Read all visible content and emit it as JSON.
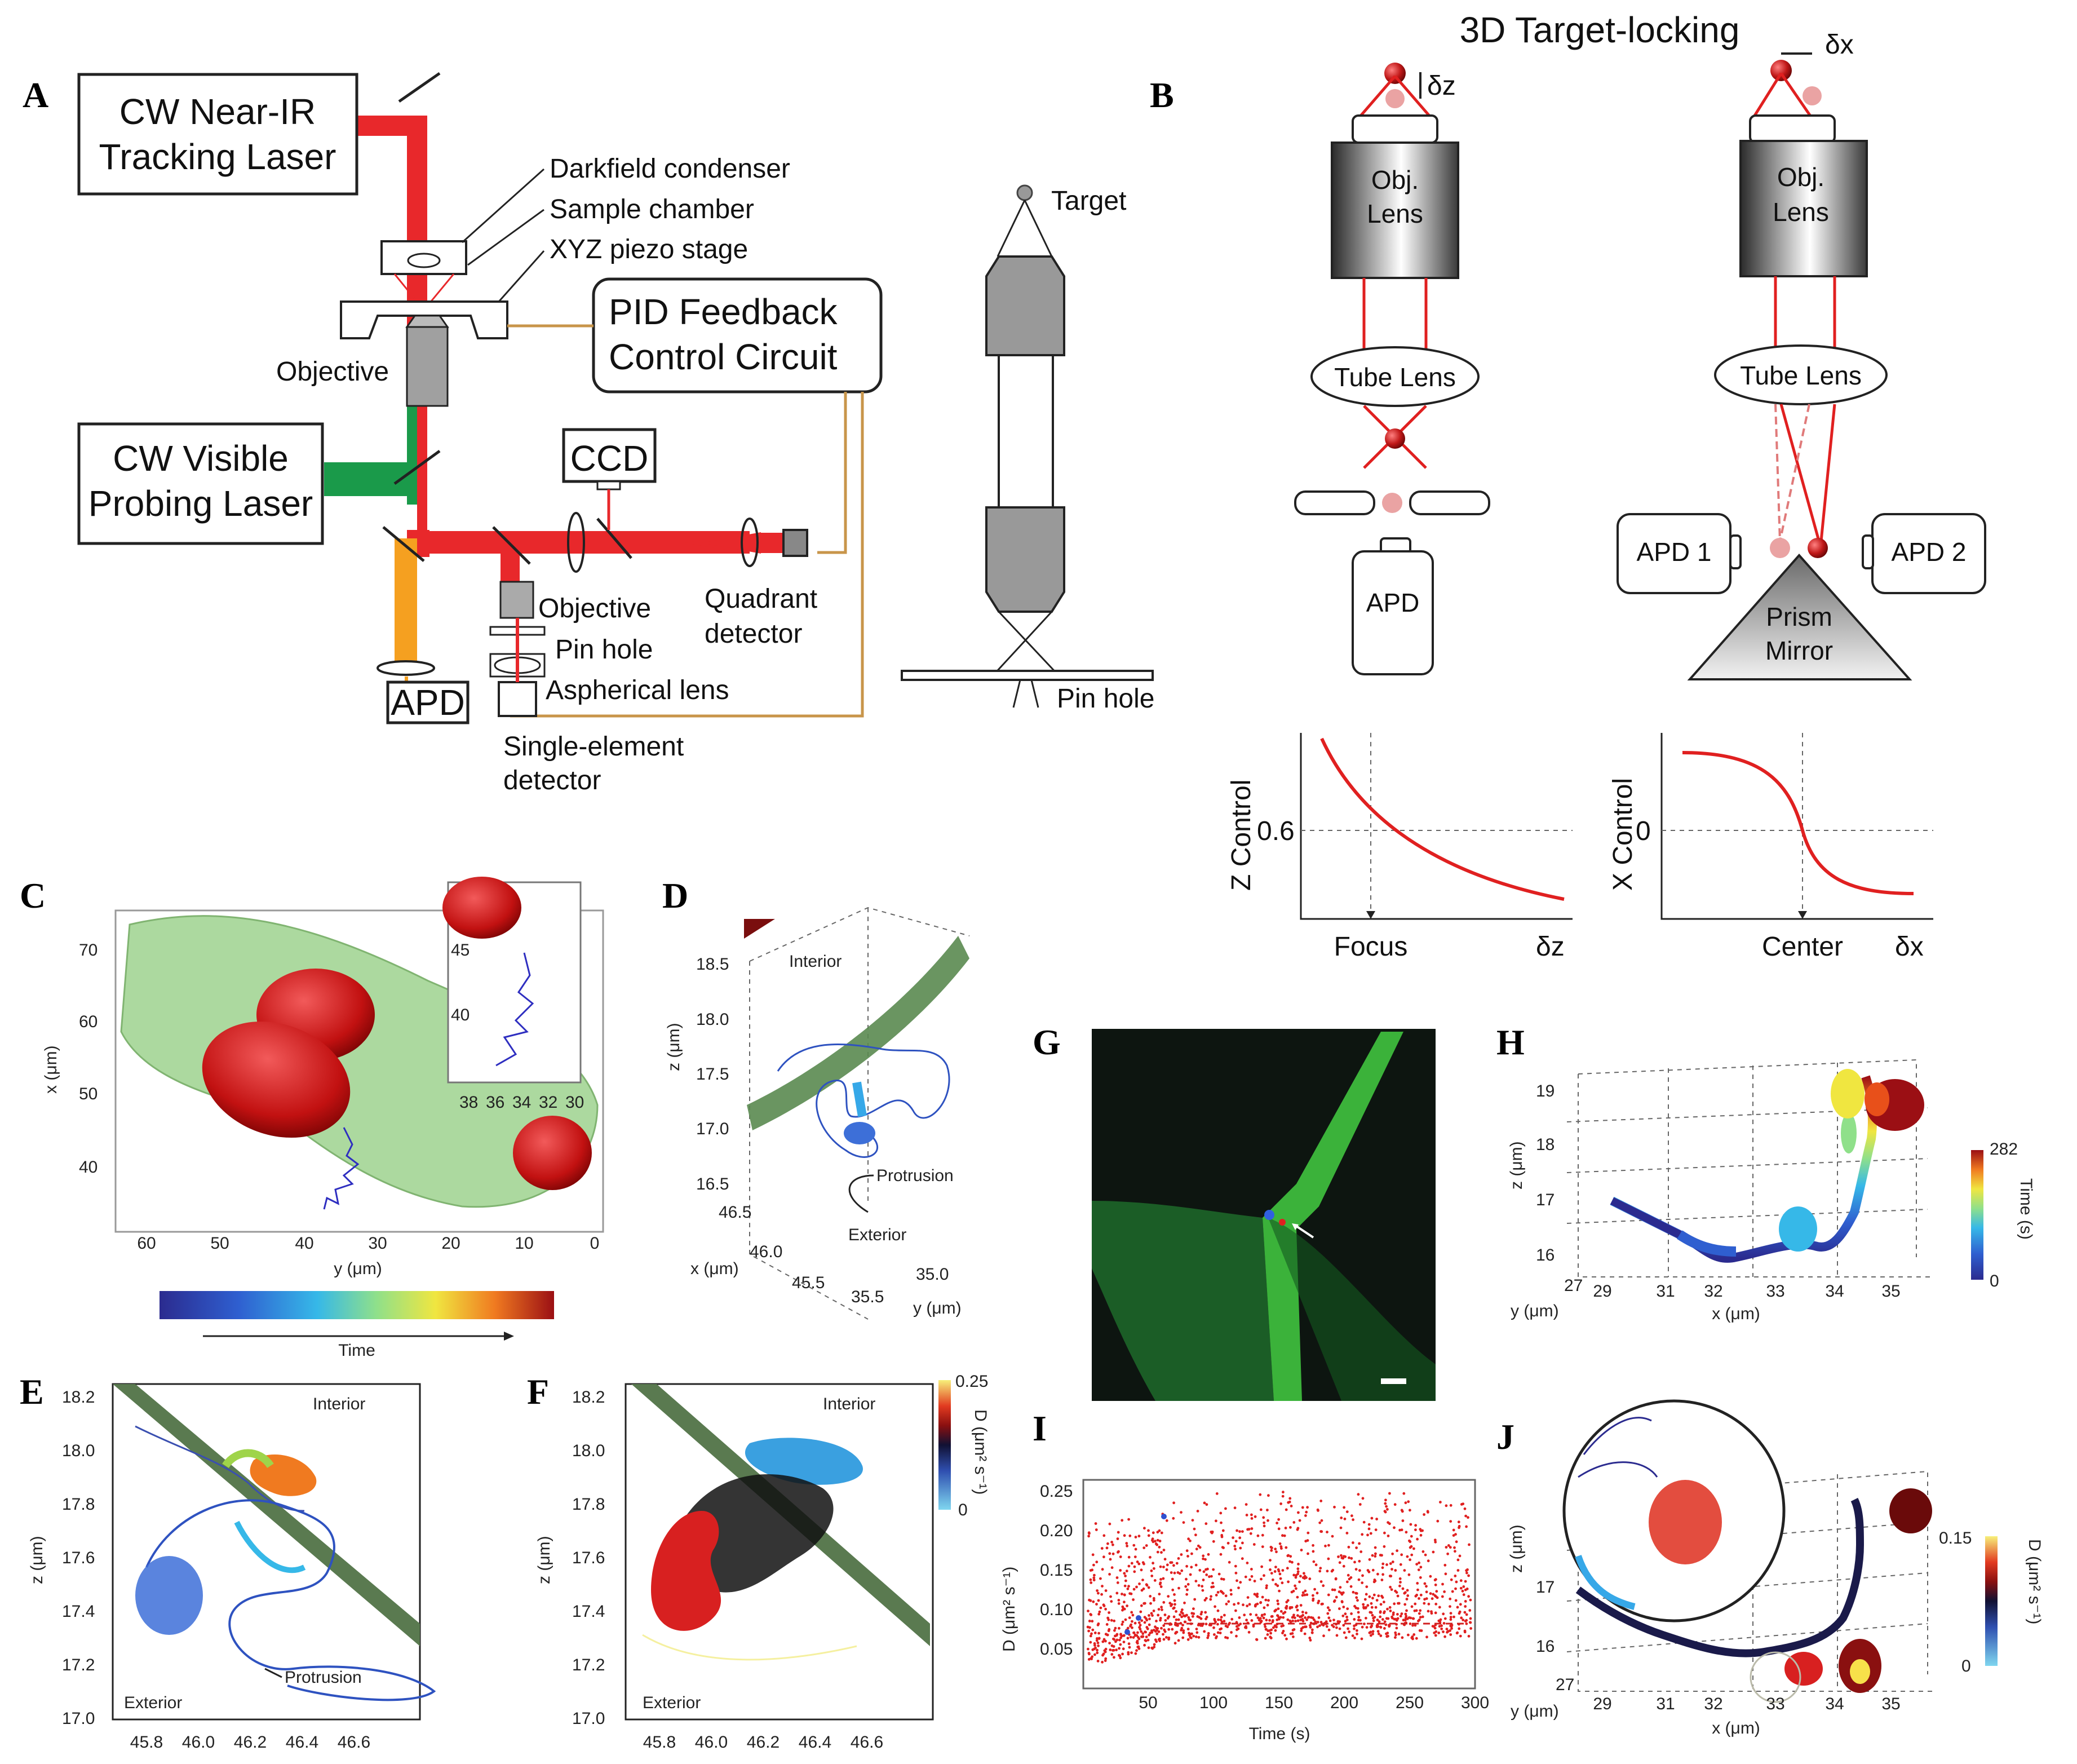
{
  "panel_letters": [
    "A",
    "B",
    "C",
    "D",
    "E",
    "F",
    "G",
    "H",
    "I",
    "J"
  ],
  "panel_a": {
    "tracking_laser": [
      "CW Near-IR",
      "Tracking Laser"
    ],
    "probing_laser": [
      "CW Visible",
      "Probing Laser"
    ],
    "pid": [
      "PID Feedback",
      "Control Circuit"
    ],
    "darkfield": "Darkfield condenser",
    "sample_chamber": "Sample chamber",
    "xyz_stage": "XYZ piezo stage",
    "objective": "Objective",
    "ccd": "CCD",
    "quadrant": [
      "Quadrant",
      "detector"
    ],
    "objective2": "Objective",
    "pin_hole": "Pin hole",
    "aspherical": "Aspherical lens",
    "single_element": [
      "Single-element",
      "detector"
    ],
    "apd": "APD",
    "target": "Target",
    "pin_hole2": "Pin hole",
    "colors": {
      "ir": "#e8282b",
      "visible": "#1a9a4a",
      "orange": "#f5a020",
      "wire": "#c8954a"
    }
  },
  "panel_b": {
    "title": "3D Target-locking",
    "dz": "δz",
    "dx": "δx",
    "obj_lens": [
      "Obj.",
      "Lens"
    ],
    "tube_lens": "Tube Lens",
    "apd": "APD",
    "apd1": "APD 1",
    "apd2": "APD 2",
    "prism": [
      "Prism",
      "Mirror"
    ],
    "z_chart": {
      "ylabel": "Z Control",
      "ytick": "0.6",
      "xtick": "Focus",
      "xlabel": "δz"
    },
    "x_chart": {
      "ylabel": "X Control",
      "ytick": "0",
      "xtick": "Center",
      "xlabel": "δx"
    }
  },
  "panel_c": {
    "ylabel": "x (μm)",
    "xlabel": "y (μm)",
    "yticks": [
      "70",
      "60",
      "50",
      "40"
    ],
    "xticks": [
      "60",
      "50",
      "40",
      "30",
      "20",
      "10",
      "0"
    ],
    "inset_yticks": [
      "45",
      "40"
    ],
    "inset_xticks": [
      "38",
      "36",
      "34",
      "32",
      "30"
    ],
    "colorbar_label": "Time"
  },
  "panel_d": {
    "zlabel": "z (μm)",
    "xlabel": "x (μm)",
    "ylabel": "y (μm)",
    "zticks": [
      "18.5",
      "18.0",
      "17.5",
      "17.0",
      "16.5"
    ],
    "xticks": [
      "46.5",
      "46.0",
      "45.5"
    ],
    "yticks": [
      "35.5",
      "35.0"
    ],
    "interior": "Interior",
    "exterior": "Exterior",
    "protrusion": "Protrusion"
  },
  "panel_e": {
    "ylabel": "z (μm)",
    "yticks": [
      "18.2",
      "18.0",
      "17.8",
      "17.6",
      "17.4",
      "17.2",
      "17.0"
    ],
    "xticks": [
      "45.8",
      "46.0",
      "46.2",
      "46.4",
      "46.6"
    ],
    "interior": "Interior",
    "exterior": "Exterior",
    "protrusion": "Protrusion"
  },
  "panel_f": {
    "ylabel": "z (μm)",
    "yticks": [
      "18.2",
      "18.0",
      "17.8",
      "17.6",
      "17.4",
      "17.2",
      "17.0"
    ],
    "xticks": [
      "45.8",
      "46.0",
      "46.2",
      "46.4",
      "46.6"
    ],
    "interior": "Interior",
    "exterior": "Exterior",
    "cbar_label": "D (μm² s⁻¹)",
    "cbar_ticks": [
      "0.25",
      "0"
    ]
  },
  "panel_h": {
    "zlabel": "z (μm)",
    "xlabel": "x (μm)",
    "ylabel": "y (μm)",
    "zticks": [
      "19",
      "18",
      "17",
      "16"
    ],
    "xticks": [
      "29",
      "31",
      "32",
      "33",
      "34",
      "35"
    ],
    "ytick": "27",
    "cbar_label": "Time (s)",
    "cbar_ticks": [
      "282",
      "0"
    ]
  },
  "panel_i": {
    "ylabel": "D (μm² s⁻¹)",
    "xlabel": "Time (s)",
    "yticks": [
      "0.25",
      "0.20",
      "0.15",
      "0.10",
      "0.05"
    ],
    "xticks": [
      "50",
      "100",
      "150",
      "200",
      "250",
      "300"
    ]
  },
  "panel_j": {
    "zlabel": "z (μm)",
    "xlabel": "x (μm)",
    "ylabel": "y (μm)",
    "zticks": [
      "17",
      "16"
    ],
    "xticks": [
      "29",
      "31",
      "32",
      "33",
      "34",
      "35"
    ],
    "ytick": "27",
    "cbar_label": "D (μm² s⁻¹)",
    "cbar_ticks": [
      "0.15",
      "0"
    ]
  }
}
